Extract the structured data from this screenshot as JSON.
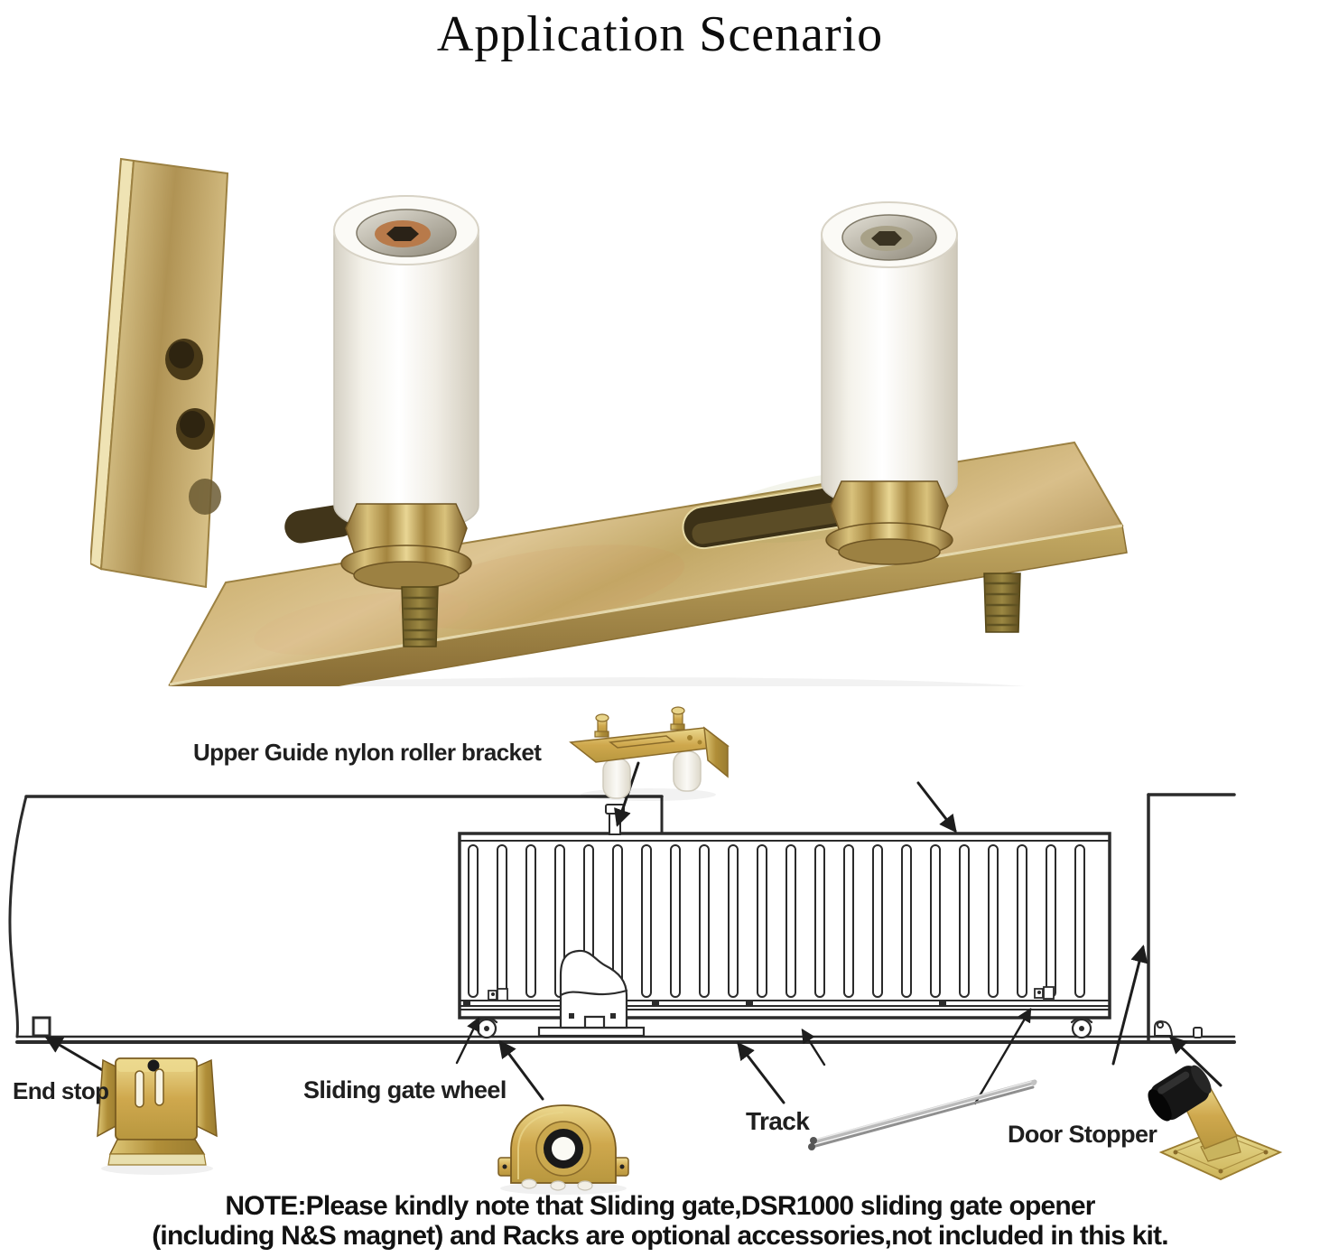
{
  "page": {
    "title": "Application Scenario"
  },
  "diagram": {
    "labels": {
      "upper_guide": "Upper Guide nylon roller bracket",
      "end_stop": "End stop",
      "sliding_gate_wheel": "Sliding gate wheel",
      "track": "Track",
      "door_stopper": "Door Stopper"
    },
    "note": {
      "line1": "NOTE:Please kindly note that Sliding gate,DSR1000 sliding gate opener",
      "line2": "(including N&S magnet) and Racks are optional accessories,not included in this kit."
    },
    "colors": {
      "line_art": "#2b2b2b",
      "brass": "#cfa84d",
      "brass_light": "#ecd98f",
      "brass_dark": "#8a6b2a",
      "nylon_white": "#f4f2ec",
      "rubber_black": "#171717"
    }
  }
}
